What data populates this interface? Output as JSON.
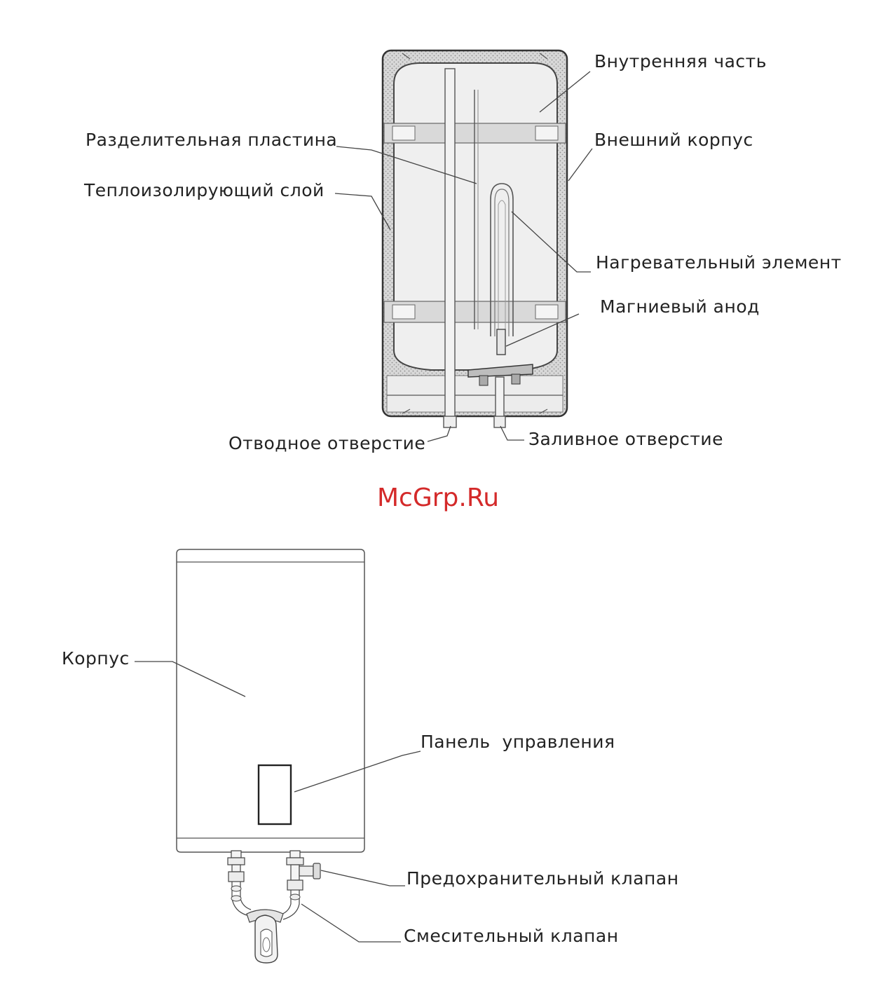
{
  "watermark": "McGrp.Ru",
  "top_diagram": {
    "labels": {
      "inner_part": "Внутренняя часть",
      "separator_plate": "Разделительная пластина",
      "outer_casing": "Внешний корпус",
      "insulation_layer": "Теплоизолирующий слой",
      "heating_element": "Нагревательный элемент",
      "magnesium_anode": "Магниевый анод",
      "outlet_hole": "Отводное отверстие",
      "inlet_hole": "Заливное отверстие"
    }
  },
  "bottom_diagram": {
    "labels": {
      "body": "Корпус",
      "control_panel": "Панель  управления",
      "safety_valve": "Предохранительный клапан",
      "mixing_valve": "Смесительный клапан"
    }
  }
}
